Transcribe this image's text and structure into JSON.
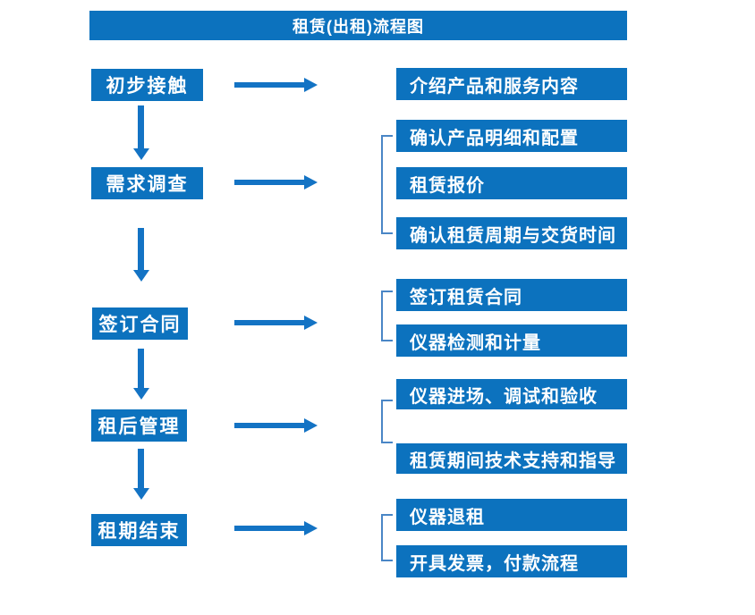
{
  "title": "租赁(出租)流程图",
  "colors": {
    "primary": "#0C72BE",
    "arrow": "#1373C4",
    "bracket": "#4A86C6",
    "text_on_primary": "#FFFFFF",
    "background": "#FFFFFF"
  },
  "left_steps": [
    {
      "label": "初步接触"
    },
    {
      "label": "需求调查"
    },
    {
      "label": "签订合同"
    },
    {
      "label": "租后管理"
    },
    {
      "label": "租期结束"
    }
  ],
  "right_groups": [
    {
      "items": [
        {
          "label": "介绍产品和服务内容"
        }
      ]
    },
    {
      "items": [
        {
          "label": "确认产品明细和配置"
        },
        {
          "label": "租赁报价"
        },
        {
          "label": "确认租赁周期与交货时间"
        }
      ]
    },
    {
      "items": [
        {
          "label": "签订租赁合同"
        },
        {
          "label": "仪器检测和计量"
        }
      ]
    },
    {
      "items": [
        {
          "label": "仪器进场、调试和验收"
        },
        {
          "label": "租赁期间技术支持和指导"
        }
      ]
    },
    {
      "items": [
        {
          "label": "仪器退租"
        },
        {
          "label": "开具发票，付款流程"
        }
      ]
    }
  ]
}
